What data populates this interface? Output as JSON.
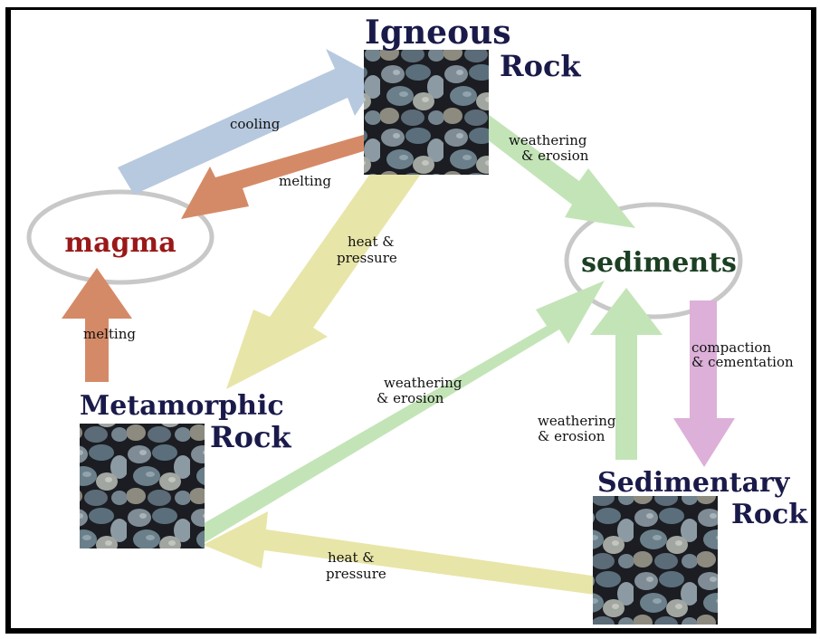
{
  "colors": {
    "background": "#ffffff",
    "frame": "#000000",
    "cooling_arrow": "#b7c9df",
    "melting_arrow": "#d58a67",
    "heat_pressure_arrow": "#e8e5a8",
    "weathering_arrow": "#c3e4b7",
    "compaction_arrow": "#dcb0d8",
    "ellipse_stroke": "#c8c8c8",
    "rock_title": "#1a1a4a",
    "magma_text": "#9a1818",
    "sediments_text": "#1b3f22"
  },
  "nodes": {
    "igneous": {
      "line1": "Igneous",
      "line2": "Rock",
      "icon": "rock-photo-icon"
    },
    "metamorphic": {
      "line1": "Metamorphic",
      "line2": "Rock",
      "icon": "rock-photo-icon"
    },
    "sedimentary": {
      "line1": "Sedimentary",
      "line2": "Rock",
      "icon": "rock-photo-icon"
    },
    "magma": {
      "label": "magma"
    },
    "sediments": {
      "label": "sediments"
    }
  },
  "edges": {
    "cooling": {
      "label": "cooling"
    },
    "melting_igneous": {
      "label": "melting"
    },
    "melting_metamorphic": {
      "label": "melting"
    },
    "heat_pressure_igneous": {
      "line1": "heat &",
      "line2": "pressure"
    },
    "heat_pressure_sedimentary": {
      "line1": "heat &",
      "line2": "pressure"
    },
    "weathering_igneous": {
      "line1": "weathering",
      "line2": "& erosion"
    },
    "weathering_metamorphic": {
      "line1": "weathering",
      "line2": "& erosion"
    },
    "weathering_sedimentary": {
      "line1": "weathering",
      "line2": "& erosion"
    },
    "compaction": {
      "line1": "compaction",
      "line2": "& cementation"
    }
  }
}
